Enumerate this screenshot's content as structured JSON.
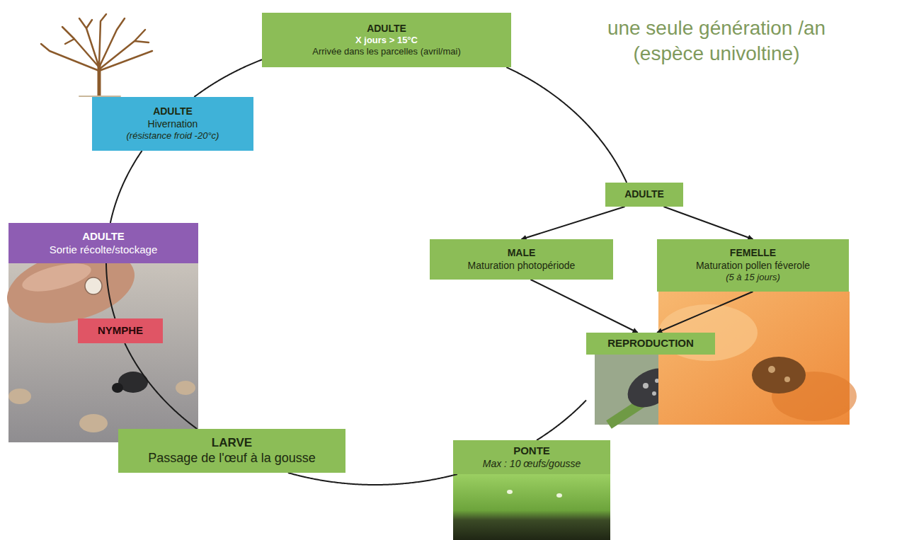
{
  "diagram": {
    "nodes": [
      {
        "text": [
          "ADULTE",
          "X jours > 15°C",
          "Arrivée dans les parcelles (avril/mai)"
        ]
      },
      {
        "text": [
          "ADULTE"
        ]
      },
      {
        "text": [
          "MALE",
          "Maturation photopériode"
        ]
      },
      {
        "text": [
          "FEMELLE",
          "Maturation pollen féverole",
          "(5 à 15 jours)"
        ]
      },
      {
        "text": [
          "REPRODUCTION"
        ]
      },
      {
        "text": [
          "PONTE",
          "Max : 10 œufs/gousse"
        ]
      },
      {
        "text": [
          "LARVE",
          "Passage de l'œuf à la gousse"
        ]
      },
      {
        "text": [
          "NYMPHE"
        ]
      },
      {
        "text": [
          "ADULTE",
          "Sortie récolte/stockage"
        ]
      },
      {
        "text": [
          "ADULTE",
          "Hivernation",
          "(résistance froid -20°c)"
        ]
      }
    ],
    "edges": [
      {
        "from": 0,
        "to": 1,
        "arrow": "none"
      },
      {
        "from": 1,
        "to": 2,
        "arrow": "to"
      },
      {
        "from": 1,
        "to": 3,
        "arrow": "to"
      },
      {
        "from": 2,
        "to": 4,
        "arrow": "to"
      },
      {
        "from": 3,
        "to": 4,
        "arrow": "to"
      },
      {
        "from": 4,
        "to": 5,
        "arrow": "none"
      },
      {
        "from": 5,
        "to": 6,
        "arrow": "none"
      },
      {
        "from": 6,
        "to": 7,
        "arrow": "none"
      },
      {
        "from": 7,
        "to": 8,
        "arrow": "none"
      },
      {
        "from": 8,
        "to": 9,
        "arrow": "none"
      },
      {
        "from": 9,
        "to": 0,
        "arrow": "none"
      }
    ],
    "labels": [
      "une seule génération /an (espèce univoltine)"
    ]
  }
}
